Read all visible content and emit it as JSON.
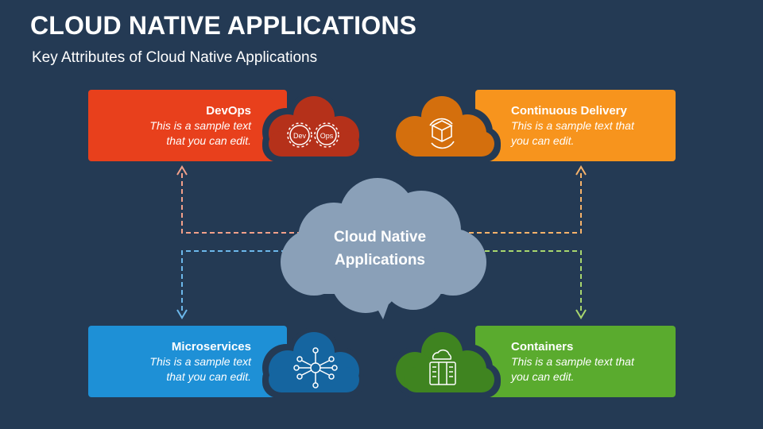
{
  "header": {
    "title": "CLOUD NATIVE APPLICATIONS",
    "subtitle": "Key Attributes of Cloud Native Applications"
  },
  "center": {
    "line1": "Cloud Native",
    "line2": "Applications"
  },
  "cards": [
    {
      "id": "devops",
      "title": "DevOps",
      "line1": "This is a sample text",
      "line2": "that you can edit.",
      "color": "#e8401c",
      "cloud_color": "#b5311a",
      "icon": "devops-gears-icon",
      "icon_label_left": "Dev",
      "icon_label_right": "Ops"
    },
    {
      "id": "continuous-delivery",
      "title": "Continuous Delivery",
      "line1": "This is a sample text that",
      "line2": "you can edit.",
      "color": "#f7941d",
      "cloud_color": "#d46f0d",
      "icon": "delivery-box-icon"
    },
    {
      "id": "microservices",
      "title": "Microservices",
      "line1": "This is a sample text",
      "line2": "that you can edit.",
      "color": "#1e90d6",
      "cloud_color": "#1565a0",
      "icon": "network-hub-icon"
    },
    {
      "id": "containers",
      "title": "Containers",
      "line1": "This is a sample text that",
      "line2": "you can edit.",
      "color": "#5aab2e",
      "cloud_color": "#3f8420",
      "icon": "server-container-icon"
    }
  ],
  "connectors": {
    "devops": "#f2a08a",
    "continuous_delivery": "#f7b36a",
    "microservices": "#6cb7ea",
    "containers": "#a8d66e"
  }
}
